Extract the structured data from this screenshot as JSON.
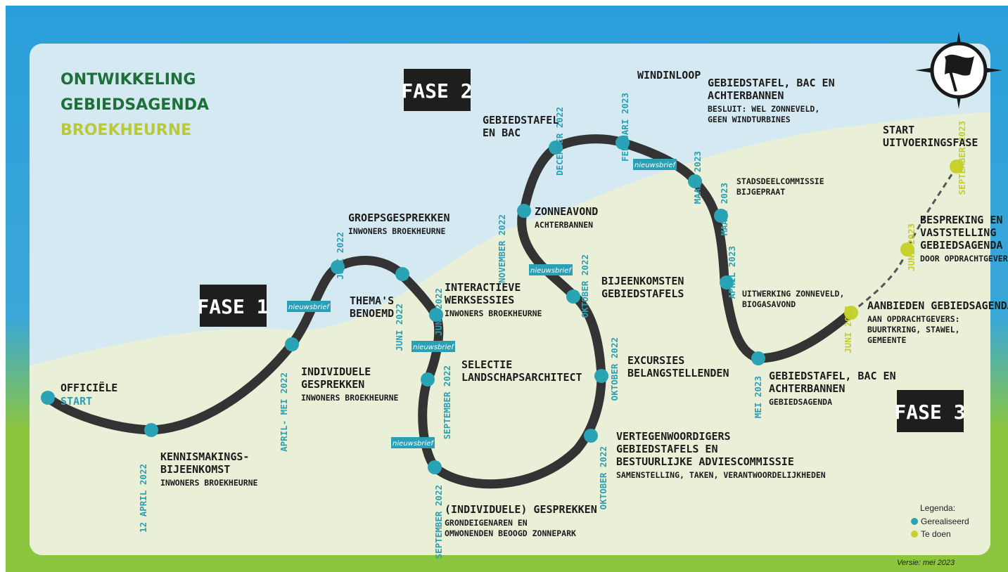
{
  "title": {
    "line1": "ONTWIKKELING",
    "line2": "GEBIEDSAGENDA",
    "line3": "BROEKHEURNE"
  },
  "phases": {
    "fase1": "FASE 1",
    "fase2": "FASE 2",
    "fase3": "FASE 3"
  },
  "newsletter_label": "nieuwsbrief",
  "start": {
    "line1": "OFFICIËLE",
    "line2": "START"
  },
  "events": [
    {
      "date": "12 APRIL 2022",
      "t1": "KENNISMAKINGS-",
      "t2": "BIJEENKOMST",
      "s1": "INWONERS BROEKHEURNE",
      "status": "done"
    },
    {
      "date": "APRIL- MEI 2022",
      "t1": "INDIVIDUELE",
      "t2": "GESPREKKEN",
      "s1": "INWONERS BROEKHEURNE",
      "status": "done"
    },
    {
      "date": "JUNI 2022",
      "t1": "GROEPSGESPREKKEN",
      "s1": "INWONERS BROEKHEURNE",
      "status": "done"
    },
    {
      "date": "JUNI 2022",
      "t1": "THEMA'S",
      "t2": "BENOEMD",
      "status": "done"
    },
    {
      "date": "JUNI 2022",
      "t1": "INTERACTIEVE",
      "t2": "WERKSESSIES",
      "s1": "INWONERS BROEKHEURNE",
      "status": "done"
    },
    {
      "date": "SEPTEMBER 2022",
      "t1": "SELECTIE",
      "t2": "LANDSCHAPSARCHITECT",
      "status": "done"
    },
    {
      "date": "SEPTEMBER 2022",
      "t1": "(INDIVIDUELE) GESPREKKEN",
      "s1": "GRONDEIGENAREN EN",
      "s2": "OMWONENDEN BEOOGD ZONNEPARK",
      "status": "done"
    },
    {
      "date": "OKTOBER 2022",
      "t1": "VERTEGENWOORDIGERS",
      "t2": "GEBIEDSTAFELS EN",
      "t3": "BESTUURLIJKE ADVIESCOMMISSIE",
      "s1": "SAMENSTELLING, TAKEN, VERANTWOORDELIJKHEDEN",
      "status": "done"
    },
    {
      "date": "OKTOBER 2022",
      "t1": "EXCURSIES",
      "t2": "BELANGSTELLENDEN",
      "status": "done"
    },
    {
      "date": "OKTOBER 2022",
      "t1": "BIJEENKOMSTEN",
      "t2": "GEBIEDSTAFELS",
      "status": "done"
    },
    {
      "date": "NOVEMBER 2022",
      "t1": "ZONNEAVOND",
      "s1": "ACHTERBANNEN",
      "status": "done"
    },
    {
      "date": "DECEMBER 2022",
      "t1": "GEBIEDSTAFEL",
      "t2": "EN BAC",
      "status": "done"
    },
    {
      "date": "FEBRUARI 2023",
      "t1": "WINDINLOOP",
      "status": "done"
    },
    {
      "date": "MAART 2023",
      "t1": "GEBIEDSTAFEL, BAC EN",
      "t2": "ACHTERBANNEN",
      "s1": "BESLUIT: WEL ZONNEVELD,",
      "s2": "GEEN WINDTURBINES",
      "status": "done"
    },
    {
      "date": "MAART 2023",
      "s1": "STADSDEELCOMMISSIE",
      "s2": "BIJGEPRAAT",
      "status": "done"
    },
    {
      "date": "APRIL 2023",
      "s1": "UITWERKING ZONNEVELD,",
      "s2": "BIOGASAVOND",
      "status": "done"
    },
    {
      "date": "MEI 2023",
      "t1": "GEBIEDSTAFEL, BAC EN",
      "t2": "ACHTERBANNEN",
      "s1": "GEBIEDSAGENDA",
      "status": "done"
    },
    {
      "date": "JUNI 2023",
      "t1": "AANBIEDEN GEBIEDSAGENDA",
      "s1": "AAN OPDRACHTGEVERS:",
      "s2": "BUURTKRING, STAWEL,",
      "s3": "GEMEENTE",
      "status": "todo"
    },
    {
      "date": "JUNI 2023",
      "t1": "BESPREKING EN",
      "t2": "VASTSTELLING",
      "t3": "GEBIEDSAGENDA",
      "s1": "DOOR OPDRACHTGEVERS",
      "status": "todo"
    },
    {
      "date": "SEPTEMBER 2023",
      "t1": "START",
      "t2": "UITVOERINGSFASE",
      "status": "todo"
    }
  ],
  "legend": {
    "title": "Legenda:",
    "done": "Gerealiseerd",
    "todo": "Te doen"
  },
  "version": "Versie: mei 2023",
  "colors": {
    "done": "#2aa3b5",
    "todo": "#c8d22f",
    "road": "#333333",
    "sky": "#cfe6ee",
    "field": "#e9f0d6",
    "frame_blue": "#2b9fdb",
    "frame_green": "#8cc63f"
  },
  "icons": {
    "compass": "compass-flag-icon"
  }
}
